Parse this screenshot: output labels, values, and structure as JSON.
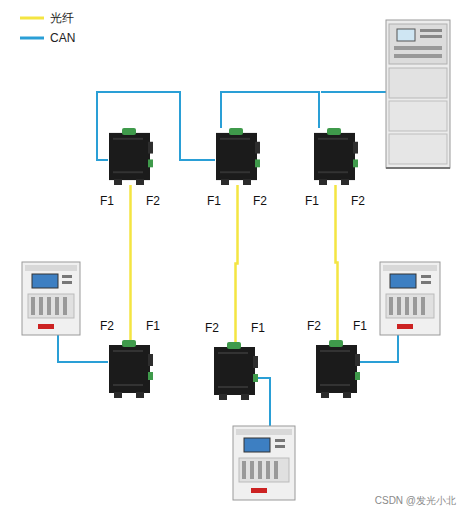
{
  "diagram": {
    "nodes": [
      {
        "text": [
          "F1",
          "F2"
        ]
      },
      {
        "text": [
          "F1",
          "F2"
        ]
      },
      {
        "text": [
          "F1",
          "F2"
        ]
      },
      {
        "text": [
          "F2",
          "F1"
        ]
      },
      {
        "text": [
          "F2",
          "F1"
        ]
      },
      {
        "text": [
          "F2",
          "F1"
        ]
      }
    ],
    "edges": [
      {
        "from": 0,
        "to": 3,
        "arrow": "none"
      },
      {
        "from": 1,
        "to": 4,
        "arrow": "none"
      },
      {
        "from": 2,
        "to": 5,
        "arrow": "none"
      },
      {
        "from": 0,
        "to": 1,
        "arrow": "none"
      },
      {
        "from": 1,
        "to": 2,
        "arrow": "none"
      }
    ],
    "labels": [
      "CSDN @发光小北"
    ],
    "legend": [
      {
        "text": "光纤"
      },
      {
        "text": "CAN"
      }
    ]
  }
}
